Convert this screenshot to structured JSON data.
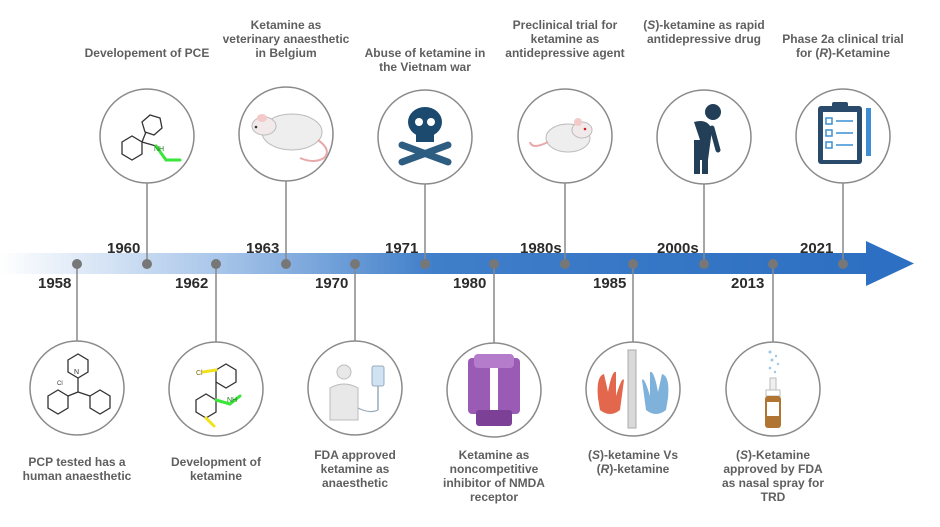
{
  "events_top": [
    {
      "year": "1960",
      "caption": "Developement of PCE",
      "icon": "pce-structure-icon"
    },
    {
      "year": "1963",
      "caption": "Ketamine as veterinary anaesthetic in Belgium",
      "icon": "rat-icon"
    },
    {
      "year": "1971",
      "caption": "Abuse of ketamine in the Vietnam war",
      "icon": "skull-crossbones-icon"
    },
    {
      "year": "1980s",
      "caption": "Preclinical trial for ketamine as antidepressive agent",
      "icon": "mouse-icon"
    },
    {
      "year": "2000s",
      "caption_parts": [
        "(",
        "S",
        ")-ketamine as rapid antidepressive drug"
      ],
      "icon": "depressed-person-icon"
    },
    {
      "year": "2021",
      "caption_parts": [
        "Phase 2a clinical trial for (",
        "R",
        ")-Ketamine"
      ],
      "icon": "clipboard-checklist-icon"
    }
  ],
  "events_bottom": [
    {
      "year": "1958",
      "caption": "PCP tested has a human anaesthetic",
      "icon": "pcp-structure-icon"
    },
    {
      "year": "1962",
      "caption": "Development of ketamine",
      "icon": "ketamine-structure-icon"
    },
    {
      "year": "1970",
      "caption": "FDA approved ketamine as anaesthetic",
      "icon": "iv-drip-patient-icon"
    },
    {
      "year": "1980",
      "caption": "Ketamine as noncompetitive inhibitor of NMDA receptor",
      "icon": "nmda-receptor-icon"
    },
    {
      "year": "1985",
      "caption_parts": [
        "(",
        "S",
        ")-ketamine Vs (",
        "R",
        ")-ketamine"
      ],
      "icon": "mirror-hands-icon"
    },
    {
      "year": "2013",
      "caption_parts": [
        "(",
        "S",
        ")-Ketamine approved by FDA as nasal spray for TRD"
      ],
      "icon": "nasal-spray-icon"
    }
  ],
  "molecule_labels": {
    "pcp_chloride": "Cl",
    "pcp_nitrogen": "N",
    "ketamine_chlorine": "Cl",
    "ketamine_amine": "NH",
    "pce_amine": "NH"
  },
  "colors": {
    "arrow_start": "#e6eef8",
    "arrow_end": "#2d6fc2",
    "node": "#777777",
    "circle_border": "#8a8a8a"
  }
}
